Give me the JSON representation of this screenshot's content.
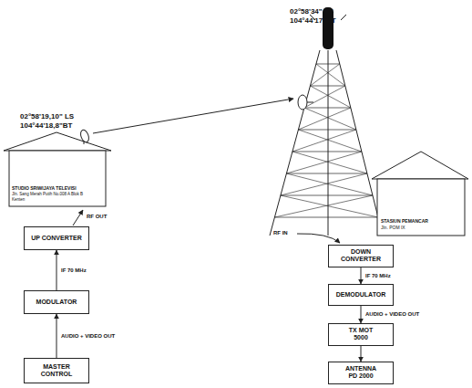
{
  "diagram": {
    "nodes": [
      {
        "text": [
          "UP CONVERTER"
        ]
      },
      {
        "text": [
          "MODULATOR"
        ]
      },
      {
        "text": [
          "MASTER CONTROL"
        ]
      },
      {
        "text": [
          "DOWN CONVERTER"
        ]
      },
      {
        "text": [
          "DEMODULATOR"
        ]
      },
      {
        "text": [
          "TX MOT 5000"
        ]
      },
      {
        "text": [
          "ANTENNA PD 2000"
        ]
      }
    ],
    "edges": [
      {
        "from": 2,
        "to": 1,
        "label": "AUDIO + VIDEO OUT",
        "arrow": "to"
      },
      {
        "from": 1,
        "to": 0,
        "label": "IF 70 MHz",
        "arrow": "to"
      },
      {
        "from": 3,
        "to": 4,
        "label": "IF 70 MHz",
        "arrow": "to"
      },
      {
        "from": 4,
        "to": 5,
        "label": "AUDIO + VIDEO OUT",
        "arrow": "to"
      },
      {
        "from": 5,
        "to": 6,
        "arrow": "to"
      }
    ],
    "labels": [
      "02°58'19,10\" LS",
      "104°44'18,8\"BT",
      "02°58'34\" LS",
      "104°44'17\"BT",
      "STUDIO SRIWIJAYA TELEVISI",
      "Jln. Sang Merah Putih No.008 A Blok B",
      "Kenten",
      "RF OUT",
      "STASIUN PEMANCAR",
      "Jln. POM IX",
      "RF IN"
    ]
  }
}
